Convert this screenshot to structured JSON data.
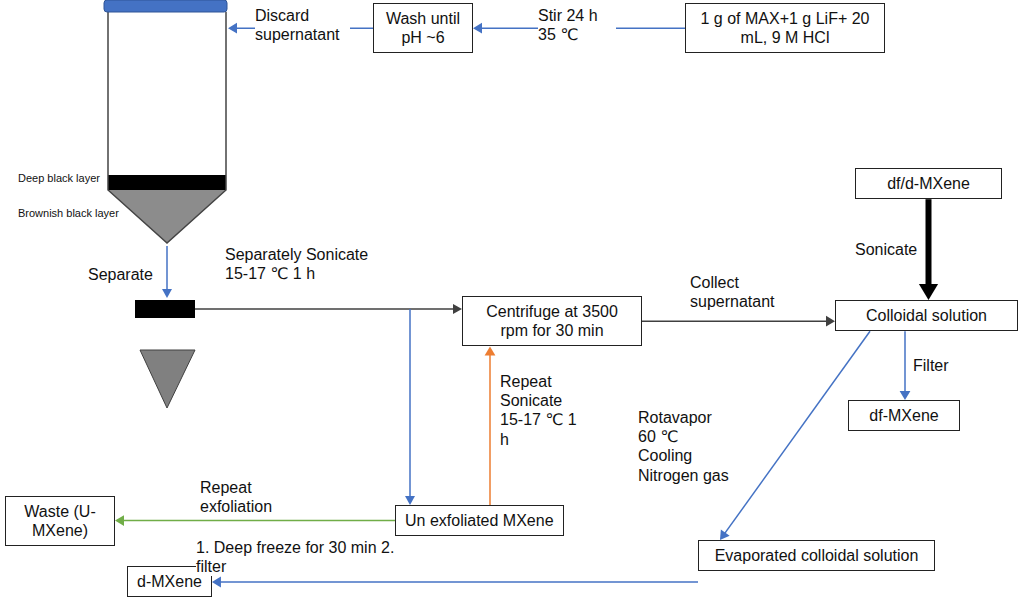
{
  "diagram": {
    "nodes": [
      {
        "text": [
          "Deep black layer",
          "Brownish black layer"
        ]
      },
      {
        "text": [
          "Wash until pH ~6"
        ]
      },
      {
        "text": [
          "1 g of MAX+1 g LiF+ 20 mL, 9 M HCl"
        ]
      },
      {
        "text": [
          "df/d-MXene"
        ]
      },
      {
        "text": [
          "Centrifuge at 3500 rpm for 30 min"
        ]
      },
      {
        "text": [
          "Colloidal solution"
        ]
      },
      {
        "text": [
          "df-MXene"
        ]
      },
      {
        "text": [
          "Waste (U-MXene)"
        ]
      },
      {
        "text": [
          "Un exfoliated MXene"
        ]
      },
      {
        "text": [
          "d-MXene"
        ]
      },
      {
        "text": [
          "Evaporated colloidal solution"
        ]
      }
    ],
    "edges": [
      {
        "from": 2,
        "to": 1,
        "label": "Stir 24 h 35 ℃",
        "arrow": "to"
      },
      {
        "from": 1,
        "to": 0,
        "label": "Discard supernatant",
        "arrow": "to"
      },
      {
        "from": 4,
        "to": 5,
        "label": "Collect supernatant",
        "arrow": "to"
      },
      {
        "from": 3,
        "to": 5,
        "label": "Sonicate",
        "arrow": "to"
      },
      {
        "from": 5,
        "to": 6,
        "label": "Filter",
        "arrow": "to"
      },
      {
        "from": 5,
        "to": 10,
        "label": "Rotavapor 60 ℃ Cooling Nitrogen gas",
        "arrow": "to"
      },
      {
        "from": 10,
        "to": 9,
        "label": "1. Deep freeze for 30 min 2. filter",
        "arrow": "to"
      },
      {
        "from": 8,
        "to": 4,
        "label": "Repeat Sonicate 15-17 ℃ 1 h",
        "arrow": "to"
      },
      {
        "from": 8,
        "to": 7,
        "label": "Repeat exfoliation",
        "arrow": "to"
      }
    ],
    "labels": [
      "Separate",
      "Separately Sonicate 15-17 ℃ 1 h"
    ]
  }
}
